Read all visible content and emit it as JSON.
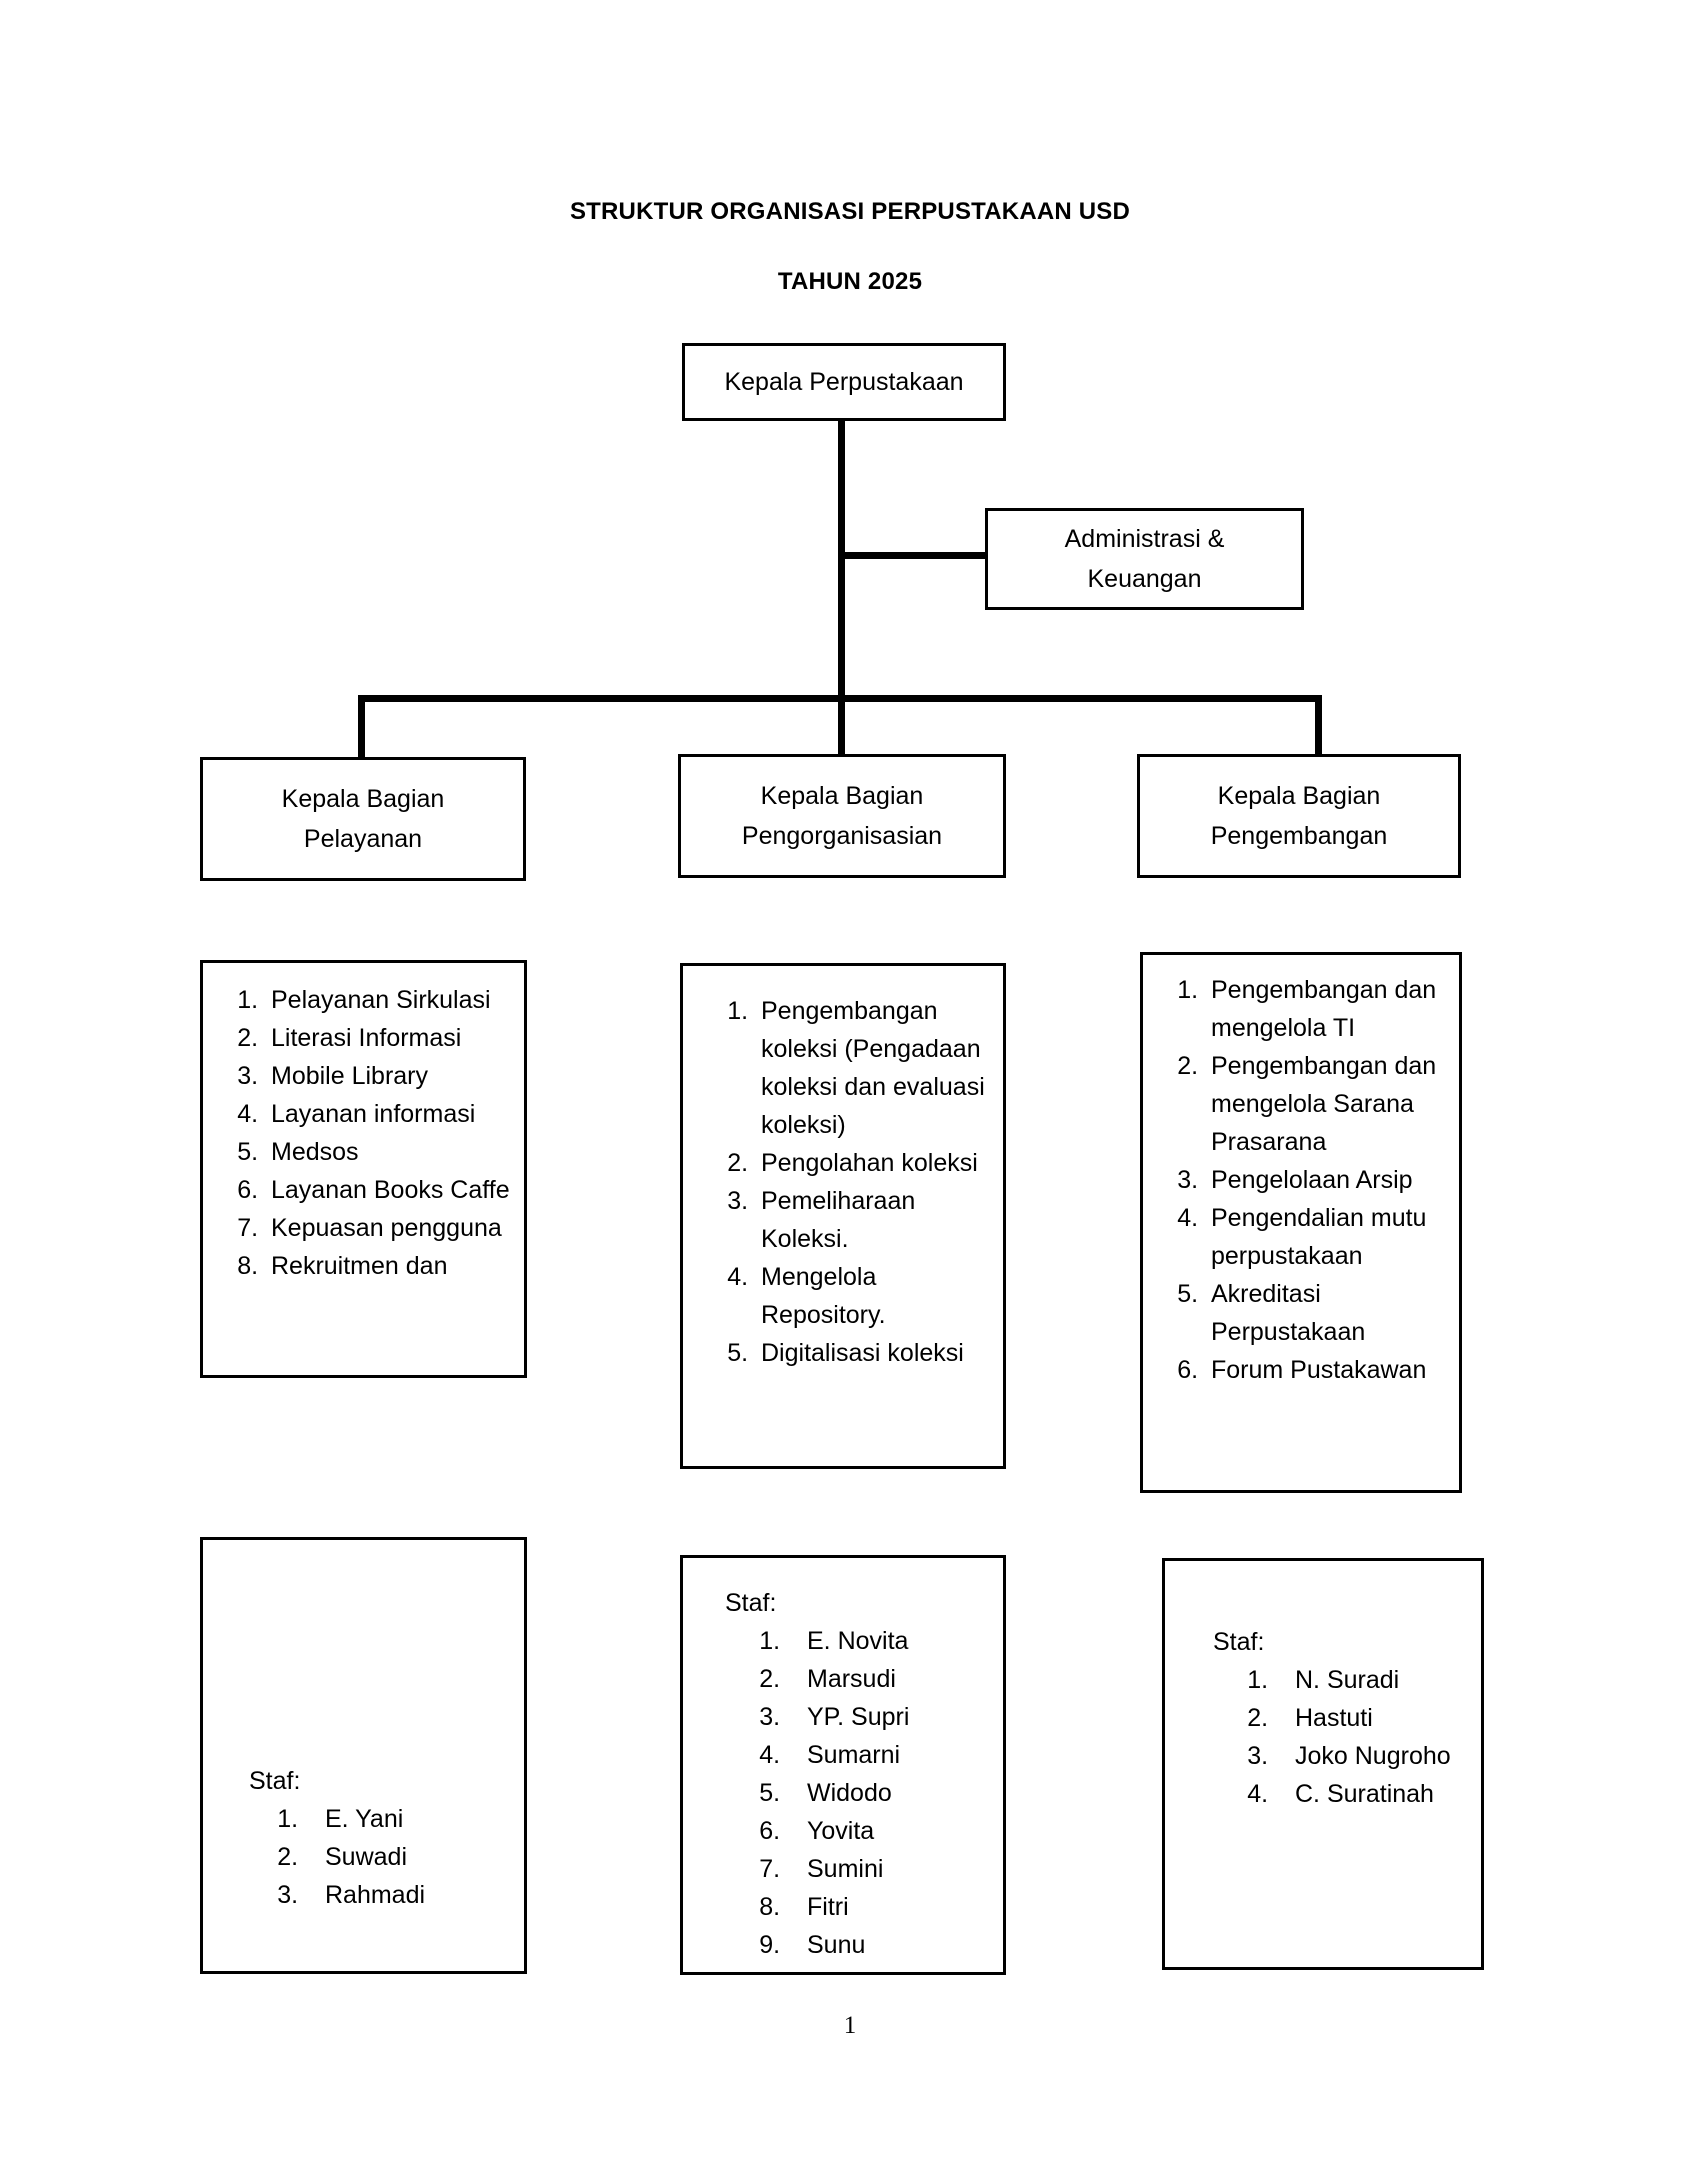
{
  "document": {
    "title_line1": "STRUKTUR ORGANISASI PERPUSTAKAAN USD",
    "title_line2": "TAHUN 2025",
    "page_number": "1"
  },
  "chart_data": {
    "type": "diagram",
    "subtype": "organizational-chart",
    "title": "STRUKTUR ORGANISASI PERPUSTAKAAN USD TAHUN 2025",
    "nodes": [
      {
        "id": "head",
        "label": "Kepala Perpustakaan",
        "level": 0
      },
      {
        "id": "admin",
        "label": "Administrasi & Keuangan",
        "level": 1
      },
      {
        "id": "div1",
        "label": "Kepala Bagian Pelayanan",
        "level": 2
      },
      {
        "id": "div2",
        "label": "Kepala Bagian Pengorganisasian",
        "level": 2
      },
      {
        "id": "div3",
        "label": "Kepala Bagian Pengembangan",
        "level": 2
      }
    ],
    "edges": [
      {
        "from": "head",
        "to": "admin"
      },
      {
        "from": "head",
        "to": "div1"
      },
      {
        "from": "head",
        "to": "div2"
      },
      {
        "from": "head",
        "to": "div3"
      }
    ]
  },
  "head": {
    "label": "Kepala Perpustakaan"
  },
  "admin": {
    "line1": "Administrasi &",
    "line2": "Keuangan"
  },
  "divisions": [
    {
      "line1": "Kepala Bagian",
      "line2": "Pelayanan"
    },
    {
      "line1": "Kepala Bagian",
      "line2": "Pengorganisasian"
    },
    {
      "line1": "Kepala Bagian",
      "line2": "Pengembangan"
    }
  ],
  "tasks": [
    {
      "items": [
        "Pelayanan Sirkulasi",
        "Literasi Informasi",
        "Mobile Library",
        "Layanan informasi",
        "Medsos",
        "Layanan Books Caffe",
        "Kepuasan pengguna",
        "Rekruitmen dan"
      ]
    },
    {
      "items": [
        "Pengembangan koleksi (Pengadaan koleksi dan evaluasi koleksi)",
        "Pengolahan koleksi",
        "Pemeliharaan Koleksi.",
        "Mengelola Repository.",
        "Digitalisasi koleksi"
      ]
    },
    {
      "items": [
        "Pengembangan dan mengelola TI",
        "Pengembangan dan mengelola Sarana Prasarana",
        "Pengelolaan Arsip",
        "Pengendalian mutu perpustakaan",
        "Akreditasi Perpustakaan",
        "Forum Pustakawan"
      ]
    }
  ],
  "staff": [
    {
      "label": "Staf:",
      "names": [
        "E. Yani",
        "Suwadi",
        "Rahmadi"
      ]
    },
    {
      "label": "Staf:",
      "names": [
        "E. Novita",
        "Marsudi",
        "YP. Supri",
        "Sumarni",
        "Widodo",
        "Yovita",
        "Sumini",
        "Fitri",
        "Sunu"
      ]
    },
    {
      "label": "Staf:",
      "names": [
        "N. Suradi",
        "Hastuti",
        "Joko Nugroho",
        "C. Suratinah"
      ]
    }
  ]
}
